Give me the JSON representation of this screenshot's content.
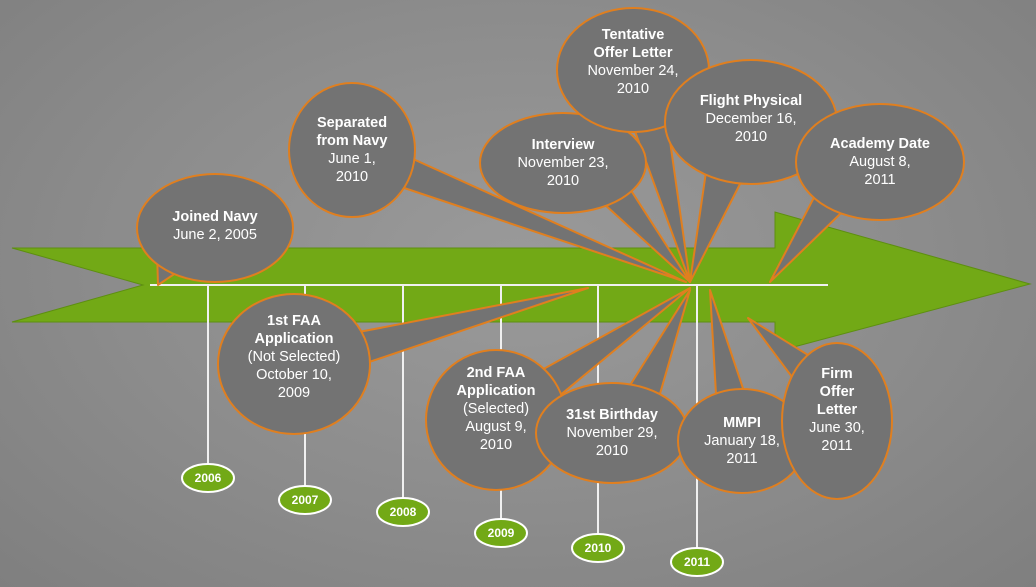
{
  "colors": {
    "background": "#8c8c8c",
    "arrow": "#72a916",
    "bubble_fill": "#737373",
    "bubble_stroke": "#e07f1f",
    "year_fill": "#72a916",
    "guide_line": "#f0f0f0"
  },
  "years": [
    "2006",
    "2007",
    "2008",
    "2009",
    "2010",
    "2011"
  ],
  "events": [
    {
      "title": [
        "Joined Navy"
      ],
      "date": [
        "June 2, 2005"
      ]
    },
    {
      "title": [
        "Separated",
        "from Navy"
      ],
      "date": [
        "June 1,",
        "2010"
      ]
    },
    {
      "title": [
        "Interview"
      ],
      "date": [
        "November 23,",
        "2010"
      ]
    },
    {
      "title": [
        "Tentative",
        "Offer Letter"
      ],
      "date": [
        "November 24,",
        "2010"
      ]
    },
    {
      "title": [
        "Flight Physical"
      ],
      "date": [
        "December 16,",
        "2010"
      ]
    },
    {
      "title": [
        "Academy Date"
      ],
      "date": [
        "August 8,",
        "2011"
      ]
    },
    {
      "title": [
        "1st FAA",
        "Application"
      ],
      "date": [
        "(Not Selected)",
        "October 10,",
        "2009"
      ]
    },
    {
      "title": [
        "2nd FAA",
        "Application"
      ],
      "date": [
        "(Selected)",
        "August 9,",
        "2010"
      ]
    },
    {
      "title": [
        "31st Birthday"
      ],
      "date": [
        "November 29,",
        "2010"
      ]
    },
    {
      "title": [
        "MMPI"
      ],
      "date": [
        "January 18,",
        "2011"
      ]
    },
    {
      "title": [
        "Firm",
        "Offer",
        "Letter"
      ],
      "date": [
        "June 30,",
        "2011"
      ]
    }
  ]
}
